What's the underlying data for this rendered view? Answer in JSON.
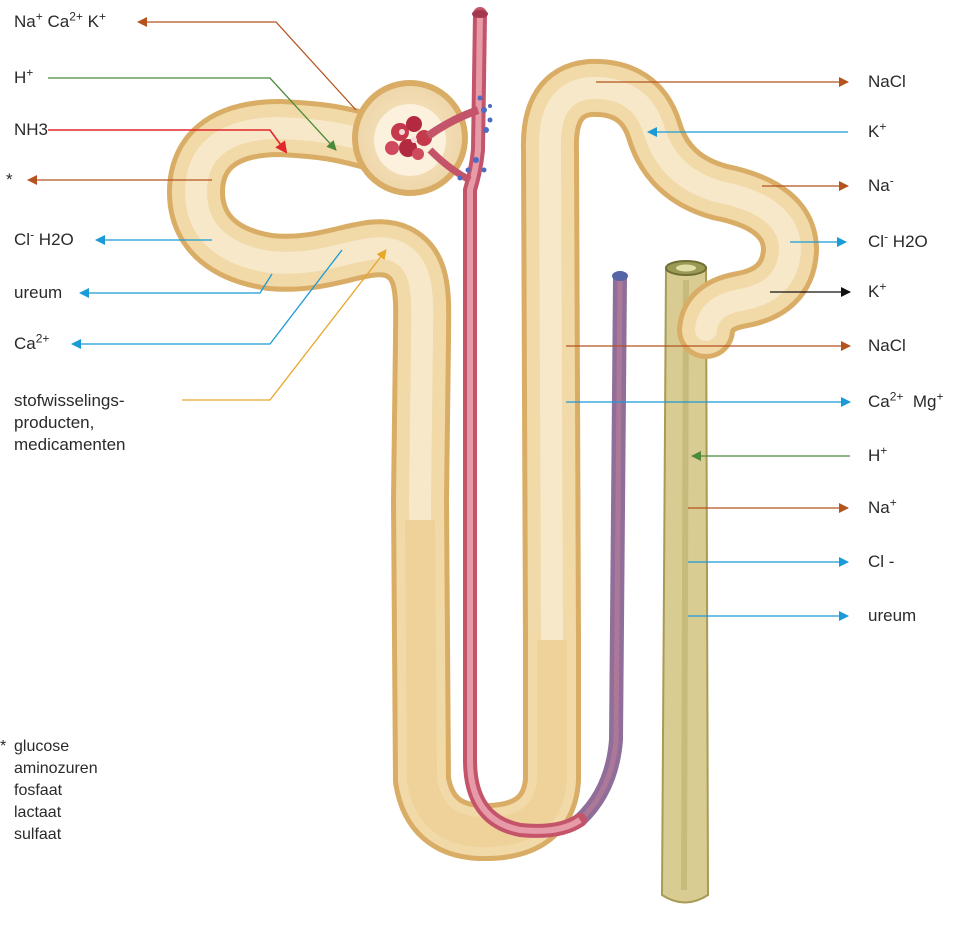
{
  "left_labels": {
    "na_ca_k": {
      "a": "Na",
      "a_sup": "+",
      "b": " Ca",
      "b_sup": "2+",
      "c": " K",
      "c_sup": "+"
    },
    "h": {
      "a": "H",
      "a_sup": "+"
    },
    "nh3": "NH3",
    "asterisk": "*",
    "cl_h2o": {
      "a": "Cl",
      "a_sup": "-",
      "b": " H2O"
    },
    "ureum": "ureum",
    "ca": {
      "a": "Ca",
      "a_sup": "2+"
    },
    "stof": [
      "stofwisselings-",
      "producten,",
      "medicamenten"
    ]
  },
  "right_labels": {
    "nacl_1": "NaCl",
    "k_1": {
      "a": "K",
      "a_sup": "+"
    },
    "na_minus": {
      "a": "Na",
      "a_sup": "-"
    },
    "cl_h2o": {
      "a": "Cl",
      "a_sup": "-",
      "b": " H2O"
    },
    "k_2": {
      "a": "K",
      "a_sup": "+"
    },
    "nacl_2": "NaCl",
    "ca_mg": {
      "a": "Ca",
      "a_sup": "2+",
      "b": "  Mg",
      "b_sup": "+"
    },
    "h": {
      "a": "H",
      "a_sup": "+"
    },
    "na_plus": {
      "a": "Na",
      "a_sup": "+"
    },
    "cl": "Cl -",
    "ureum": "ureum"
  },
  "footnote": {
    "marker": "*",
    "items": [
      "glucose",
      "aminozuren",
      "fosfaat",
      "lactaat",
      "sulfaat"
    ]
  },
  "colors": {
    "brown_arrow": "#b5531f",
    "blue_arrow": "#1a9ad6",
    "green_arrow": "#4a8a3a",
    "red_arrow": "#e3262c",
    "yellow_arrow": "#e8a62a",
    "black_arrow": "#111111",
    "tubule_fill": "#f1d9a8",
    "tubule_edge": "#d9ad66",
    "artery": "#d36a7e",
    "vein": "#8f6f9a",
    "collecting_duct": "#ccbf83"
  }
}
